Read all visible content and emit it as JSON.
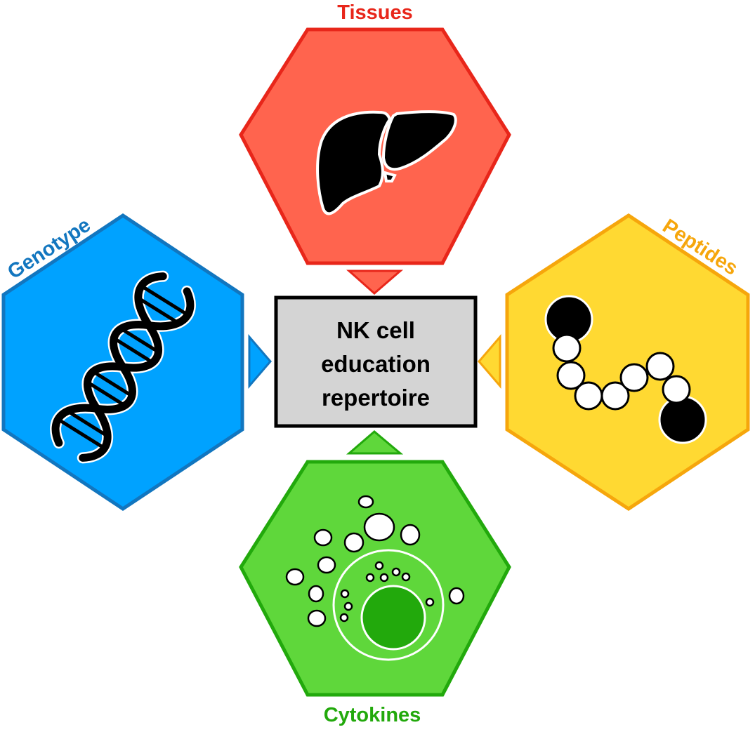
{
  "center": {
    "lines": [
      "NK cell",
      "education",
      "repertoire"
    ]
  },
  "factors": {
    "tissues": {
      "label": "Tissues",
      "icon": "liver-icon",
      "fill": "#ff644e",
      "stroke": "#e8261a"
    },
    "genotype": {
      "label": "Genotype",
      "icon": "dna-icon",
      "fill": "#00a2ff",
      "stroke": "#1276bf"
    },
    "peptides": {
      "label": "Peptides",
      "icon": "peptide-chain-icon",
      "fill": "#ffd932",
      "stroke": "#f6a60c"
    },
    "cytokines": {
      "label": "Cytokines",
      "icon": "cell-secreting-icon",
      "fill": "#5fd73b",
      "stroke": "#22a90c"
    }
  }
}
